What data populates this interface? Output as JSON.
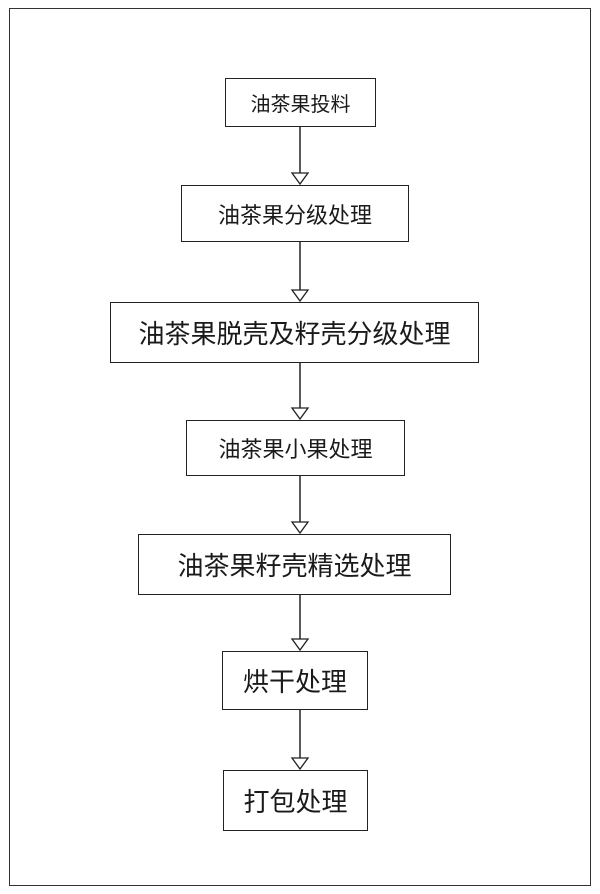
{
  "flowchart": {
    "steps": [
      {
        "label": "油茶果投料"
      },
      {
        "label": "油茶果分级处理"
      },
      {
        "label": "油茶果脱壳及籽壳分级处理"
      },
      {
        "label": "油茶果小果处理"
      },
      {
        "label": "油茶果籽壳精选处理"
      },
      {
        "label": "烘干处理"
      },
      {
        "label": "打包处理"
      }
    ]
  },
  "colors": {
    "line": "#222222",
    "background": "#ffffff"
  }
}
